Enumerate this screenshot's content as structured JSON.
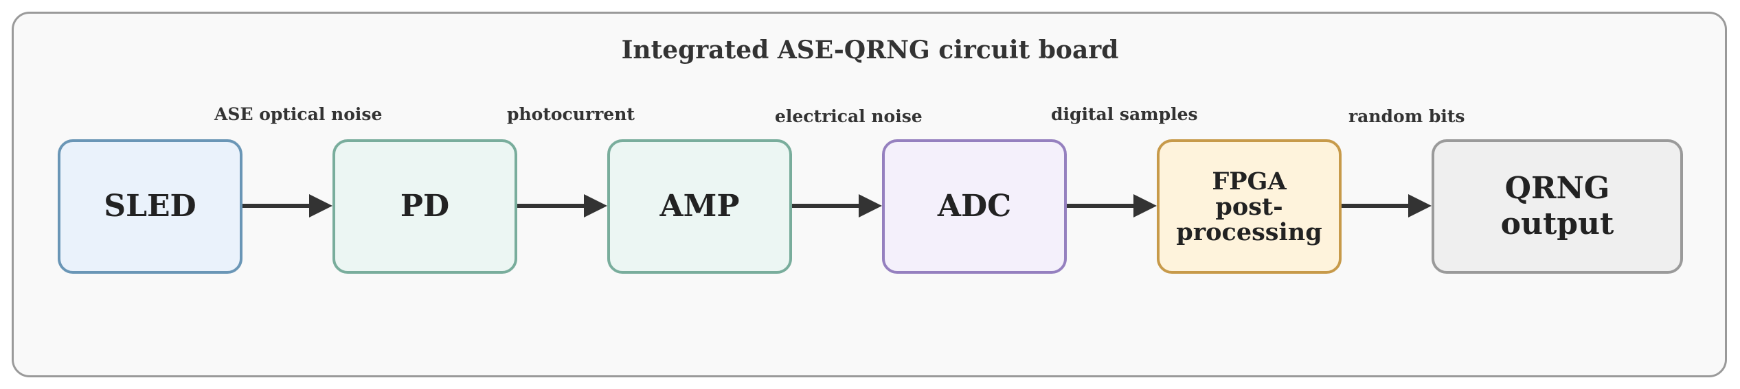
{
  "title": "Integrated ASE-QRNG circuit board",
  "nodes": [
    {
      "id": "sled",
      "lines": [
        "SLED"
      ],
      "fill": "#eaf2fb",
      "border": "#6a96b6"
    },
    {
      "id": "pd",
      "lines": [
        "PD"
      ],
      "fill": "#ecf6f3",
      "border": "#79ad9c"
    },
    {
      "id": "amp",
      "lines": [
        "AMP"
      ],
      "fill": "#ecf6f3",
      "border": "#79ad9c"
    },
    {
      "id": "adc",
      "lines": [
        "ADC"
      ],
      "fill": "#f4f0fb",
      "border": "#9580bf"
    },
    {
      "id": "fpga",
      "lines": [
        "FPGA",
        "post-processing"
      ],
      "fill": "#fef3dc",
      "border": "#c79a4a"
    },
    {
      "id": "qrng",
      "lines": [
        "QRNG",
        "output"
      ],
      "fill": "#efefef",
      "border": "#9a9a9a"
    }
  ],
  "edges": [
    {
      "from": "sled",
      "to": "pd",
      "label": "ASE optical noise"
    },
    {
      "from": "pd",
      "to": "amp",
      "label": "photocurrent"
    },
    {
      "from": "amp",
      "to": "adc",
      "label": "electrical noise"
    },
    {
      "from": "adc",
      "to": "fpga",
      "label": "digital samples"
    },
    {
      "from": "fpga",
      "to": "qrng",
      "label": "random bits"
    }
  ],
  "colors": {
    "arrow": "#333333",
    "board_border": "#9a9a9a",
    "board_fill": "#f9f9f9"
  }
}
